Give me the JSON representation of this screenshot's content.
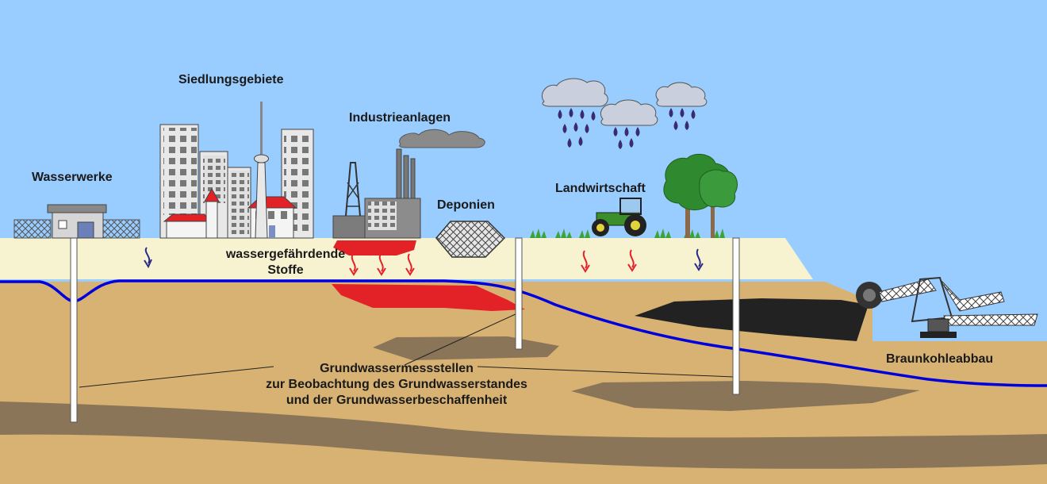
{
  "labels": {
    "wasserwerke": "Wasserwerke",
    "siedlungsgebiete": "Siedlungsgebiete",
    "industrieanlagen": "Industrieanlagen",
    "deponien": "Deponien",
    "landwirtschaft": "Landwirtschaft",
    "braunkohleabbau": "Braunkohleabbau",
    "stoffe_line1": "wassergefährdende",
    "stoffe_line2": "Stoffe",
    "mess_line1": "Grundwassermessstellen",
    "mess_line2": "zur Beobachtung des Grundwasserstandes",
    "mess_line3": "und der Grundwasserbeschaffenheit"
  },
  "colors": {
    "sky": "#99ccff",
    "surface_layer": "#f7f2d0",
    "soil": "#d8b273",
    "clay_layer": "#8a7558",
    "groundwater_line": "#0000dd",
    "contamination": "#e32227",
    "lignite": "#222222",
    "infiltration_red": "#e32227",
    "infiltration_blue": "#2a2a8c",
    "rain_drop": "#3a2a6e",
    "tractor": "#3a8f2a",
    "tree": "#2f8a2f"
  },
  "icons": [
    "water-works-building",
    "city-buildings",
    "tv-tower",
    "factory",
    "landfill",
    "rain-clouds",
    "tractor",
    "trees",
    "bucket-wheel-excavator"
  ]
}
